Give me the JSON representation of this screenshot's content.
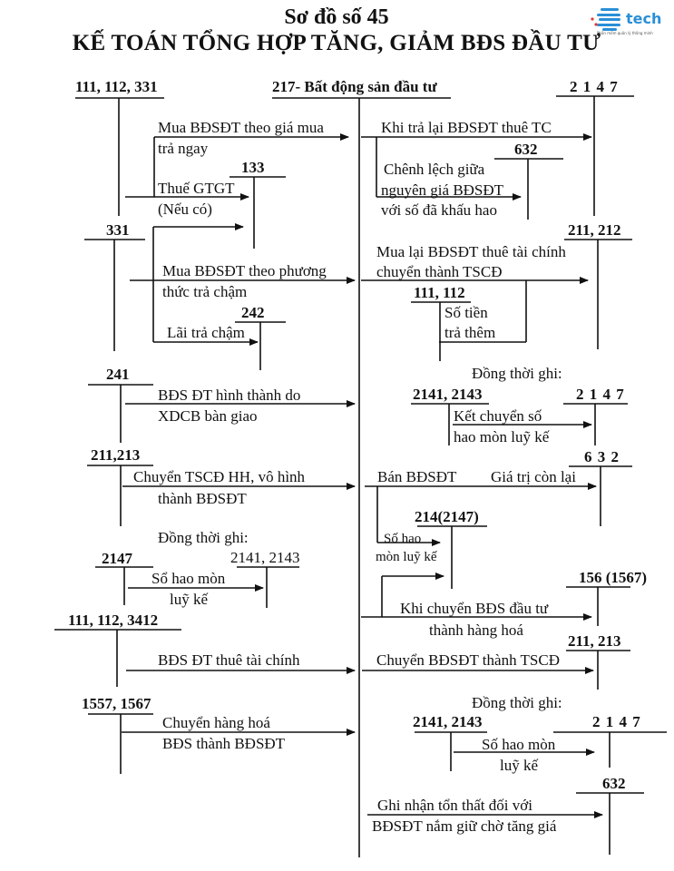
{
  "header": {
    "subtitle": "Sơ đồ số 45",
    "title": "KẾ TOÁN TỔNG HỢP TĂNG, GIẢM BĐS ĐẦU TƯ",
    "logo_text": "tech",
    "logo_tagline": "Phần mềm quản lý thông minh",
    "logo_colors": {
      "blue": "#2a8fd6",
      "red": "#e03a3a"
    }
  },
  "central_account": "217- Bất động sản đầu tư",
  "accounts": {
    "a111_112_331": "111, 112, 331",
    "a133": "133",
    "a331": "331",
    "a242": "242",
    "a241": "241",
    "a211_213_left": "211,213",
    "a2147_left": "2147",
    "a2141_2143_left": "2141, 2143",
    "a111_112_3412": "111, 112, 3412",
    "a1557_1567": "1557, 1567",
    "a2147_r1": "2 1 4 7",
    "a632_r1": "632",
    "a211_212": "211, 212",
    "a111_112": "111, 112",
    "a2141_2143_r1": "2141, 2143",
    "a2147_r2": "2 1 4 7",
    "a632_r2": "6 3 2",
    "a214_2147": "214(2147)",
    "a156_1567": "156 (1567)",
    "a211_213_right": "211, 213",
    "a2141_2143_r2": "2141, 2143",
    "a2147_r3": "2 1 4 7",
    "a632_r3": "632"
  },
  "entries": {
    "buy_immediate_1": "Mua BĐSĐT theo giá mua",
    "buy_immediate_2": "trả ngay",
    "vat_1": "Thuế GTGT",
    "vat_2": "(Nếu có)",
    "buy_deferred_1": "Mua BĐSĐT theo phương",
    "buy_deferred_2": "thức trả chậm",
    "deferred_interest": "Lãi trả chậm",
    "construction_1": "BĐS ĐT hình thành do",
    "construction_2": "XDCB bàn giao",
    "transfer_fixed_1": "Chuyển TSCĐ HH, vô hình",
    "transfer_fixed_2": "thành BĐSĐT",
    "simultaneous_left": "Đồng thời ghi:",
    "accum_dep_left_1": "Sổ hao mòn",
    "accum_dep_left_2": "luỹ kế",
    "finance_lease": "BĐS ĐT thuê tài chính",
    "goods_transfer_1": "Chuyển hàng hoá",
    "goods_transfer_2": "BĐS thành BĐSĐT",
    "return_lease": "Khi trả lại BĐSĐT thuê TC",
    "difference_1": "Chênh lệch giữa",
    "difference_2": "nguyên giá BĐSĐT",
    "difference_3": "với số đã khấu hao",
    "repurchase_1": "Mua lại BĐSĐT thuê tài chính",
    "repurchase_2": "chuyển thành TSCĐ",
    "extra_pay_1": "Số tiền",
    "extra_pay_2": "trả thêm",
    "simultaneous_r1": "Đồng thời ghi:",
    "transfer_dep_1": "Kết chuyển số",
    "transfer_dep_2": "hao mòn luỹ kế",
    "sell": "Bán BĐSĐT",
    "remaining_value": "Giá trị còn lại",
    "accum_dep_mid_1": "Số hao",
    "accum_dep_mid_2": "mòn luỹ kế",
    "to_goods_1": "Khi chuyển BĐS đầu tư",
    "to_goods_2": "thành hàng hoá",
    "to_fixed": "Chuyển BĐSĐT thành TSCĐ",
    "simultaneous_r2": "Đồng thời ghi:",
    "accum_dep_r2_1": "Số hao mòn",
    "accum_dep_r2_2": "luỹ kế",
    "loss_1": "Ghi nhận tổn thất đối với",
    "loss_2": "BĐSĐT nắm giữ chờ tăng giá"
  }
}
